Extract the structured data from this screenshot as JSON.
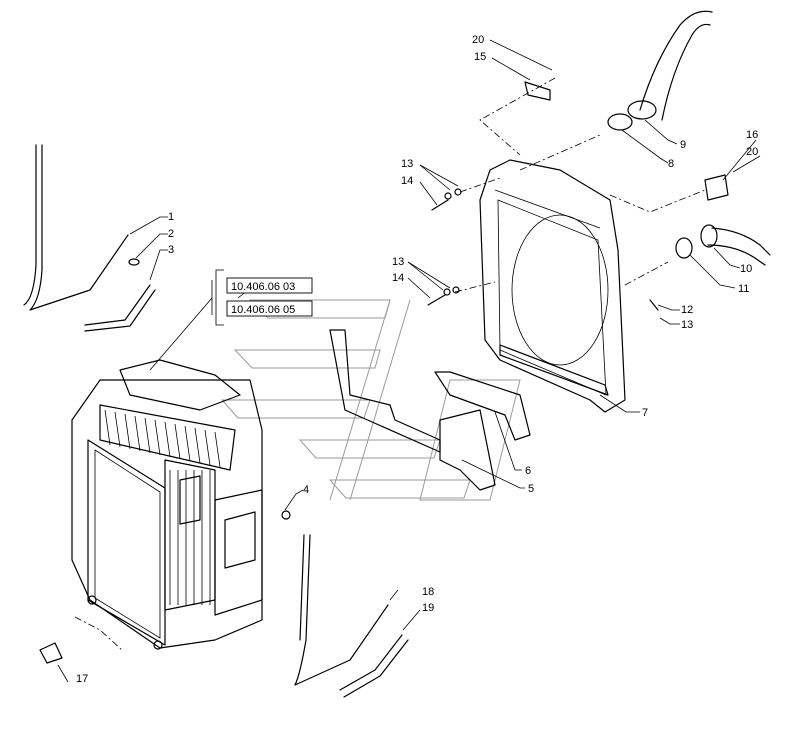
{
  "callouts": {
    "c1": "1",
    "c2": "2",
    "c3": "3",
    "c4": "4",
    "c5": "5",
    "c6": "6",
    "c7": "7",
    "c8": "8",
    "c9": "9",
    "c10": "10",
    "c11": "11",
    "c12": "12",
    "c13a": "13",
    "c13b": "13",
    "c13c": "13",
    "c14a": "14",
    "c14b": "14",
    "c15": "15",
    "c16": "16",
    "c17": "17",
    "c18": "18",
    "c19": "19",
    "c20a": "20",
    "c20b": "20"
  },
  "references": [
    "10.406.06 03",
    "10.406.06 05"
  ]
}
